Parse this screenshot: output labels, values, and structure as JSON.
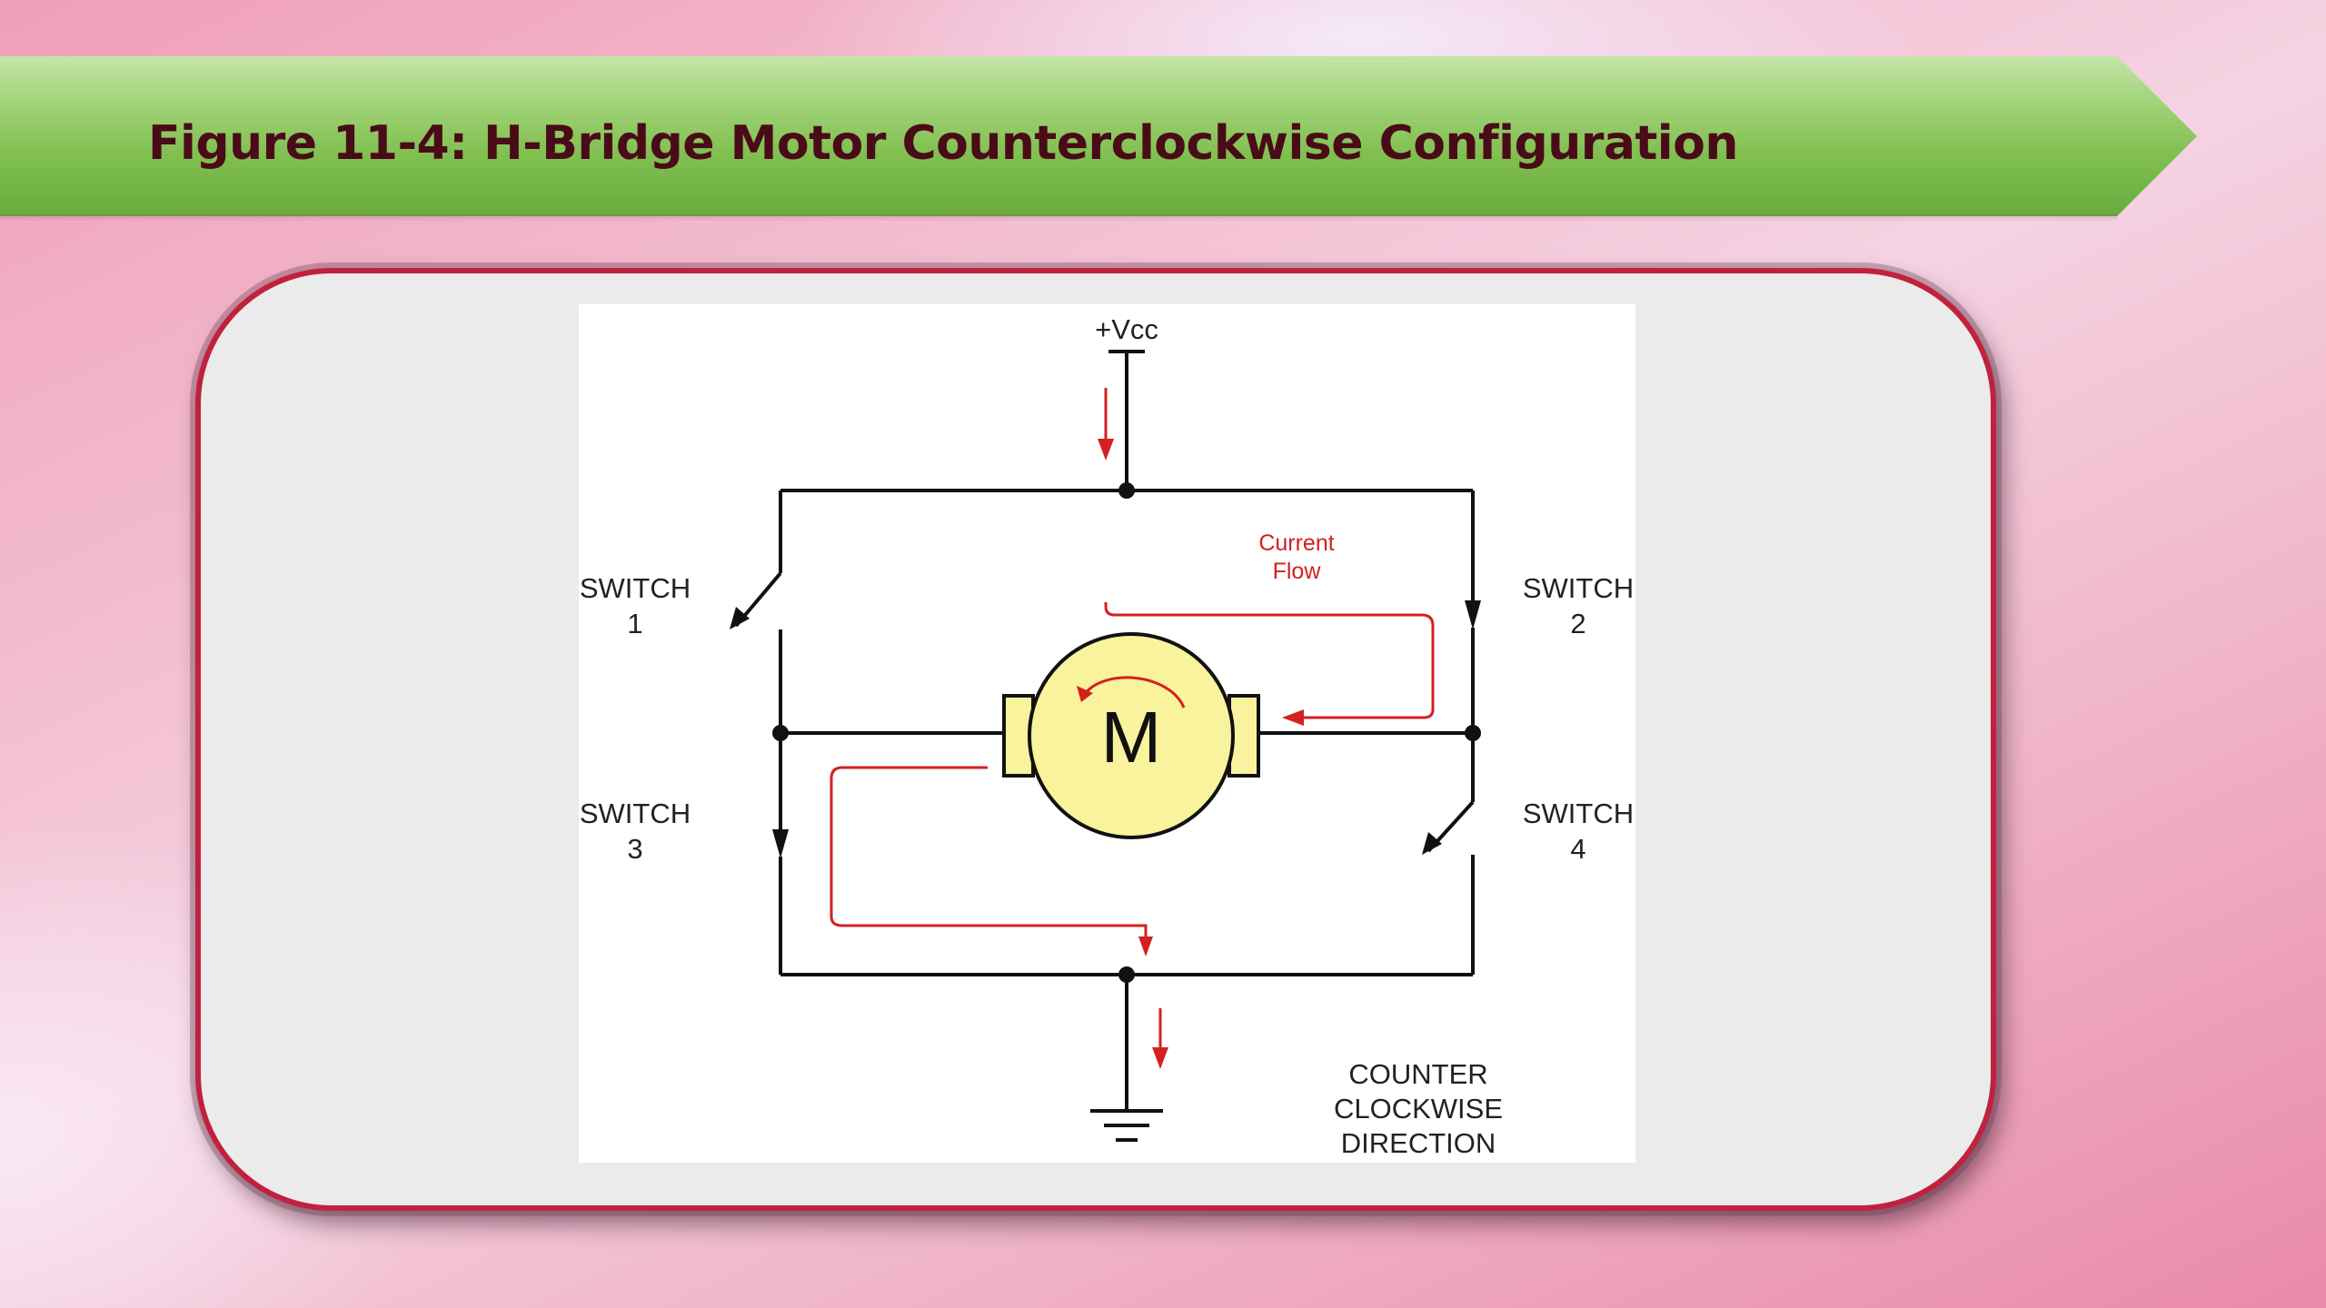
{
  "slide": {
    "title": "Figure 11-4: H-Bridge Motor Counterclockwise Configuration"
  },
  "diagram": {
    "supply_label": "+Vcc",
    "motor_label": "M",
    "current_flow_label": [
      "Current",
      "Flow"
    ],
    "switches": [
      {
        "line1": "SWITCH",
        "line2": "1"
      },
      {
        "line1": "SWITCH",
        "line2": "2"
      },
      {
        "line1": "SWITCH",
        "line2": "3"
      },
      {
        "line1": "SWITCH",
        "line2": "4"
      }
    ],
    "direction_label": [
      "COUNTER",
      "CLOCKWISE",
      "DIRECTION"
    ]
  },
  "colors": {
    "banner_green": "#82c052",
    "title_text": "#4a0b18",
    "panel_border": "#c0223e",
    "current_red": "#d42020",
    "motor_yellow": "#f8f39c"
  }
}
